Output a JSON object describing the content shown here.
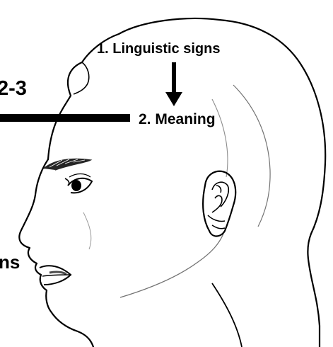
{
  "labels": {
    "linguistic_signs": "1. Linguistic signs",
    "meaning": "2. Meaning",
    "left_top_fragment": "2-3",
    "left_bottom_fragment": "ns"
  },
  "colors": {
    "ink": "#000000",
    "background": "#ffffff"
  }
}
